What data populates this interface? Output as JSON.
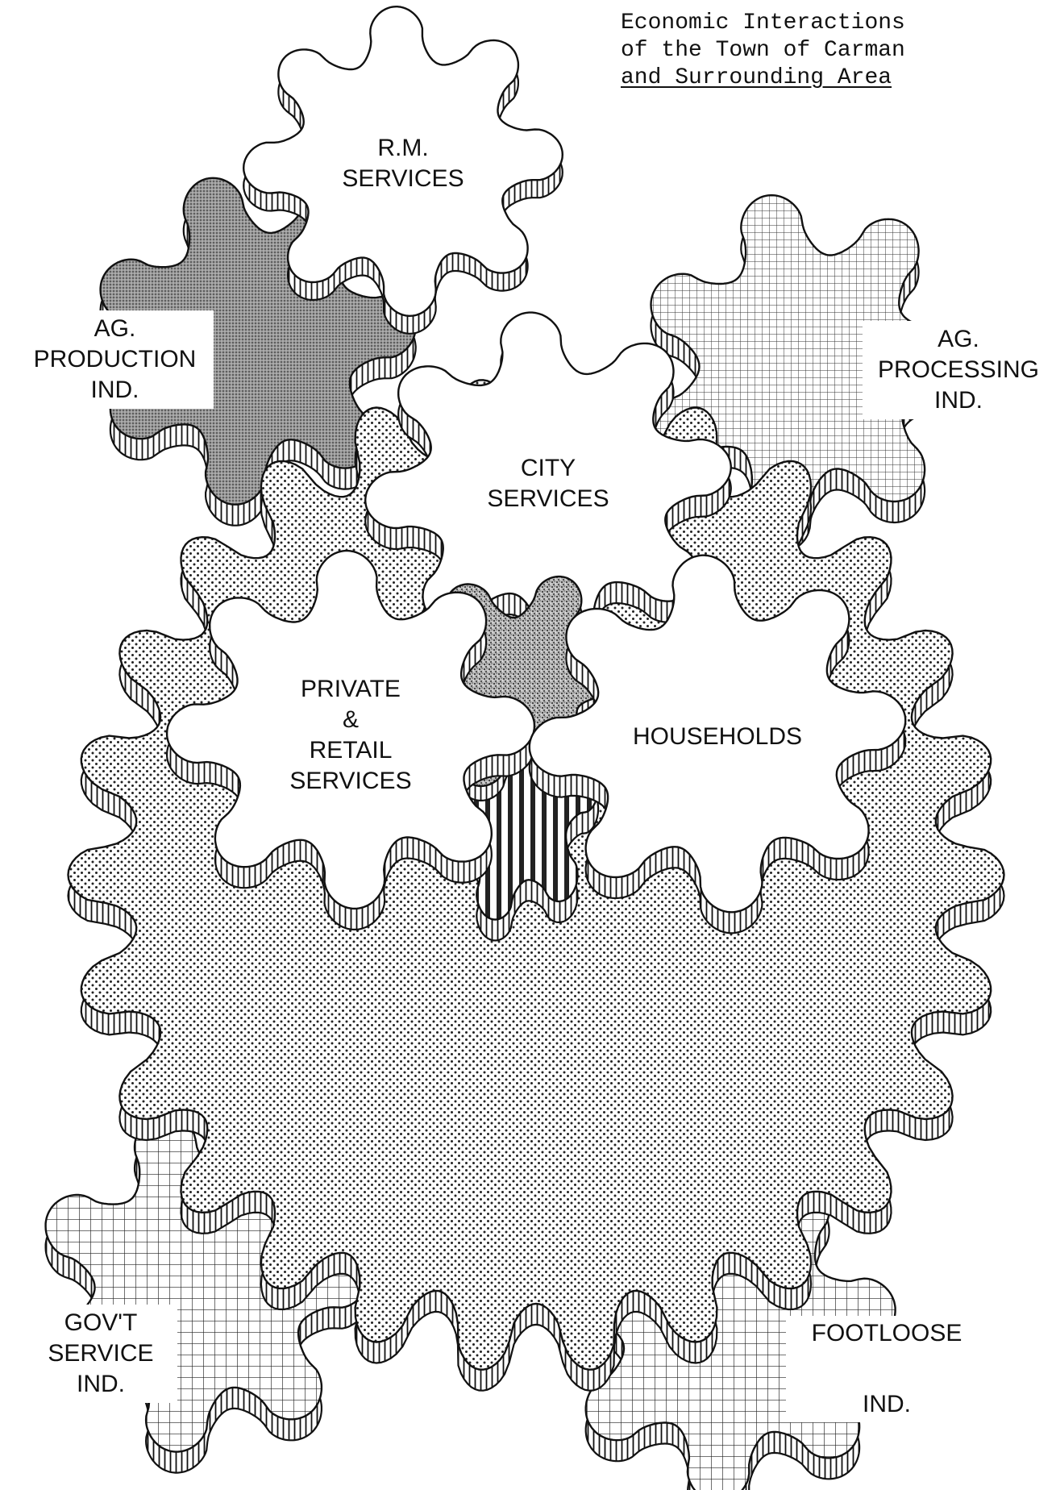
{
  "title": {
    "line1": "Economic Interactions",
    "line2": "of the Town of Carman",
    "line3": "and Surrounding Area"
  },
  "gears": {
    "rm_services": [
      "R.M.",
      "SERVICES"
    ],
    "ag_production": [
      "AG.",
      "PRODUCTION",
      "IND."
    ],
    "ag_processing": [
      "AG.",
      "PROCESSING",
      "IND."
    ],
    "city_services": [
      "CITY",
      "SERVICES"
    ],
    "private_retail": [
      "PRIVATE",
      "&",
      "RETAIL",
      "SERVICES"
    ],
    "households": [
      "HOUSEHOLDS"
    ],
    "govt_service": [
      "GOV'T",
      "SERVICE",
      "IND."
    ],
    "footloose": [
      "FOOTLOOSE",
      "IND."
    ]
  },
  "colors": {
    "ink": "#111111",
    "paper": "#ffffff"
  }
}
